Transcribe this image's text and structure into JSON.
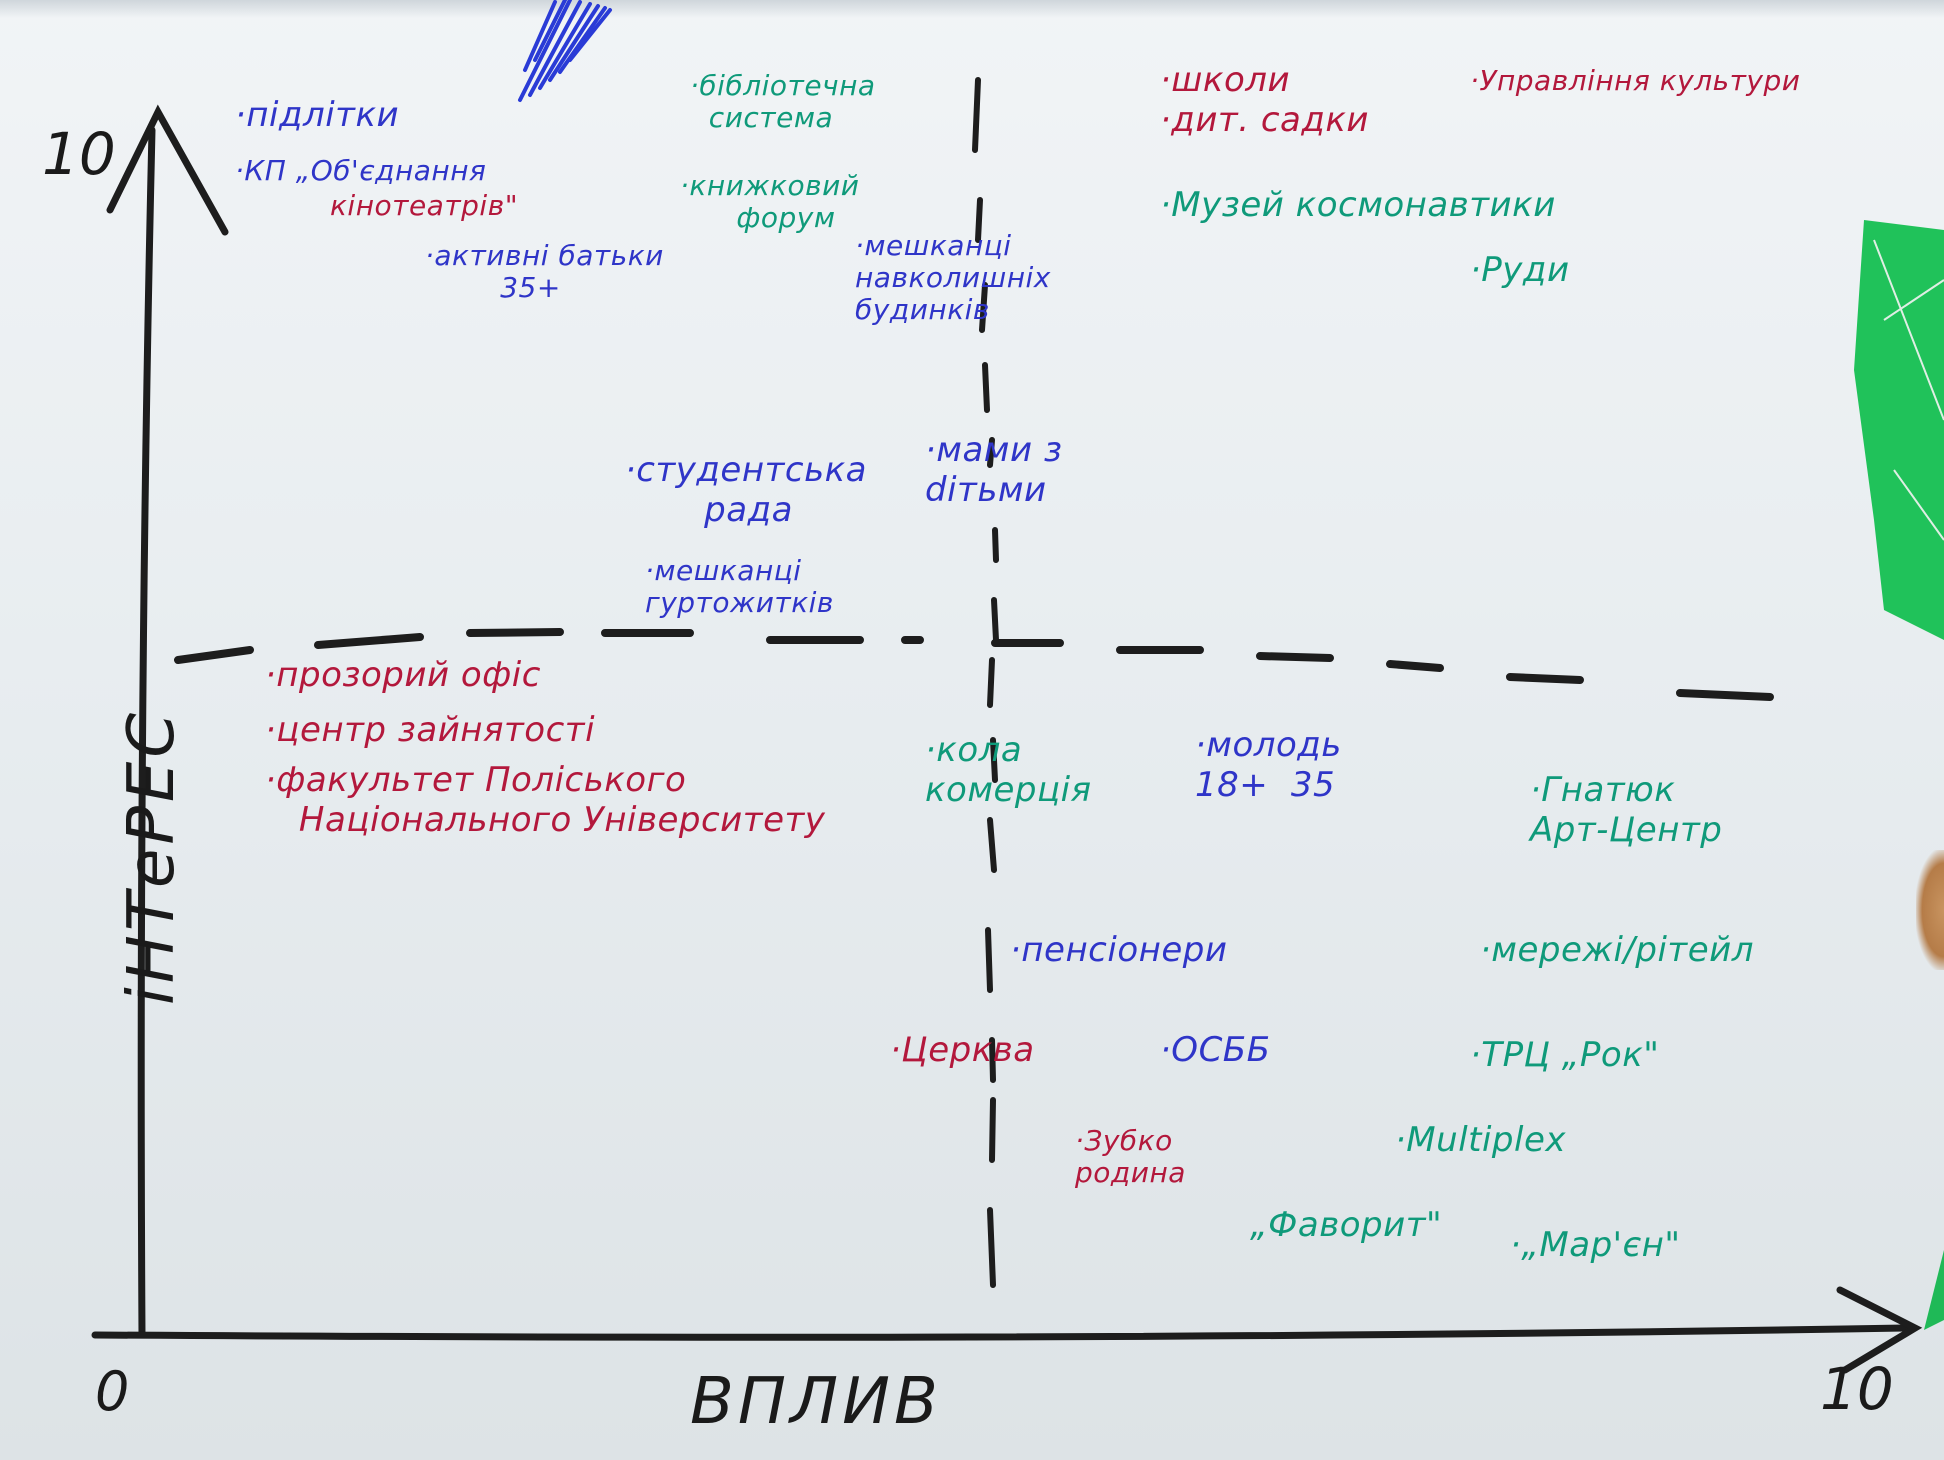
{
  "image": {
    "description_free": true,
    "colors": {
      "blue_marker": "#2f35c8",
      "red_marker": "#b3183c",
      "teal_marker": "#0f9a7a",
      "black_marker": "#1a1a1a",
      "board": "#eef1f3"
    }
  },
  "axes": {
    "x_label": "ВПЛИВ",
    "y_label": "iНТеРЕС",
    "x_min": "0",
    "x_max": "10",
    "y_max": "10"
  },
  "notes": {
    "pidlitky": "·підлітки",
    "kp_line1": "·КП „Об'єднання",
    "kp_line2": "кінотеатрів\"",
    "aktyvni": "·активні батьки\n        35+",
    "biblioteka": "·бібліотечна\n  система",
    "knyzhkovyi": "·книжковий\n      форум",
    "meshkantsi_budynkiv": "·мешканці\nнавколишніх\nбудинків",
    "studentska": "·студентська\n       рада",
    "mamy": "·мами з\ndітьми",
    "meshkantsi_gurtozhytkiv": "·мешканці\nгуртожитків",
    "shkoly": "·школи\n·дит. садки",
    "upravlinnia": "·Управління культури",
    "muzei": "·Музей космонавтики",
    "rudy": "·Руди",
    "prozoryi": "·прозорий офіс",
    "tsentr": "·центр зайнятості",
    "fakultet": "·факультет Поліського\n   Національного Університету",
    "kola": "·кола\nкомерція",
    "molod": "·молодь\n18+  35",
    "hnatyuk": "·Гнатюк\nАрт-Центр",
    "merezhi": "·мережі/рітейл",
    "pensionery": "·пенсіонери",
    "tserkva": "·Церква",
    "osbb": "·ОСББ",
    "trts": "·ТРЦ „Рок\"",
    "zubko": "·Зубко\nродина",
    "multiplex": "·Multiplex",
    "favoryt": "„Фаворит\"",
    "mariia": "·„Мар'єн\""
  }
}
